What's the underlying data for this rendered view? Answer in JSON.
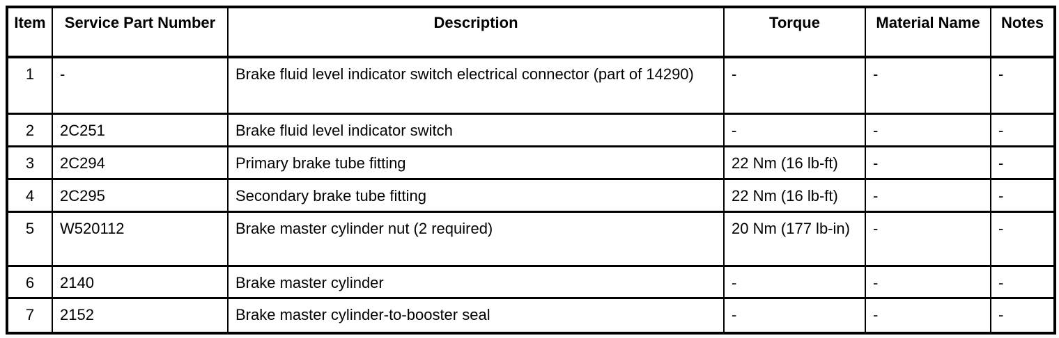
{
  "colors": {
    "border": "#000000",
    "background": "#ffffff",
    "text": "#000000"
  },
  "table": {
    "columns": [
      {
        "key": "item",
        "label": "Item"
      },
      {
        "key": "service_part_number",
        "label": "Service Part Number"
      },
      {
        "key": "description",
        "label": "Description"
      },
      {
        "key": "torque",
        "label": "Torque"
      },
      {
        "key": "material_name",
        "label": "Material Name"
      },
      {
        "key": "notes",
        "label": "Notes"
      }
    ],
    "rows": [
      {
        "item": "1",
        "service_part_number": "-",
        "description": "Brake fluid level indicator switch electrical connector (part of 14290)",
        "torque": "-",
        "material_name": "-",
        "notes": "-"
      },
      {
        "item": "2",
        "service_part_number": "2C251",
        "description": "Brake fluid level indicator switch",
        "torque": "-",
        "material_name": "-",
        "notes": "-"
      },
      {
        "item": "3",
        "service_part_number": "2C294",
        "description": "Primary brake tube fitting",
        "torque": "22 Nm (16 lb-ft)",
        "material_name": "-",
        "notes": "-"
      },
      {
        "item": "4",
        "service_part_number": "2C295",
        "description": "Secondary brake tube fitting",
        "torque": "22 Nm (16 lb-ft)",
        "material_name": "-",
        "notes": "-"
      },
      {
        "item": "5",
        "service_part_number": "W520112",
        "description": "Brake master cylinder nut (2 required)",
        "torque": "20 Nm (177 lb-in)",
        "material_name": "-",
        "notes": "-"
      },
      {
        "item": "6",
        "service_part_number": "2140",
        "description": "Brake master cylinder",
        "torque": "-",
        "material_name": "-",
        "notes": "-"
      },
      {
        "item": "7",
        "service_part_number": "2152",
        "description": "Brake master cylinder-to-booster seal",
        "torque": "-",
        "material_name": "-",
        "notes": "-"
      }
    ]
  }
}
